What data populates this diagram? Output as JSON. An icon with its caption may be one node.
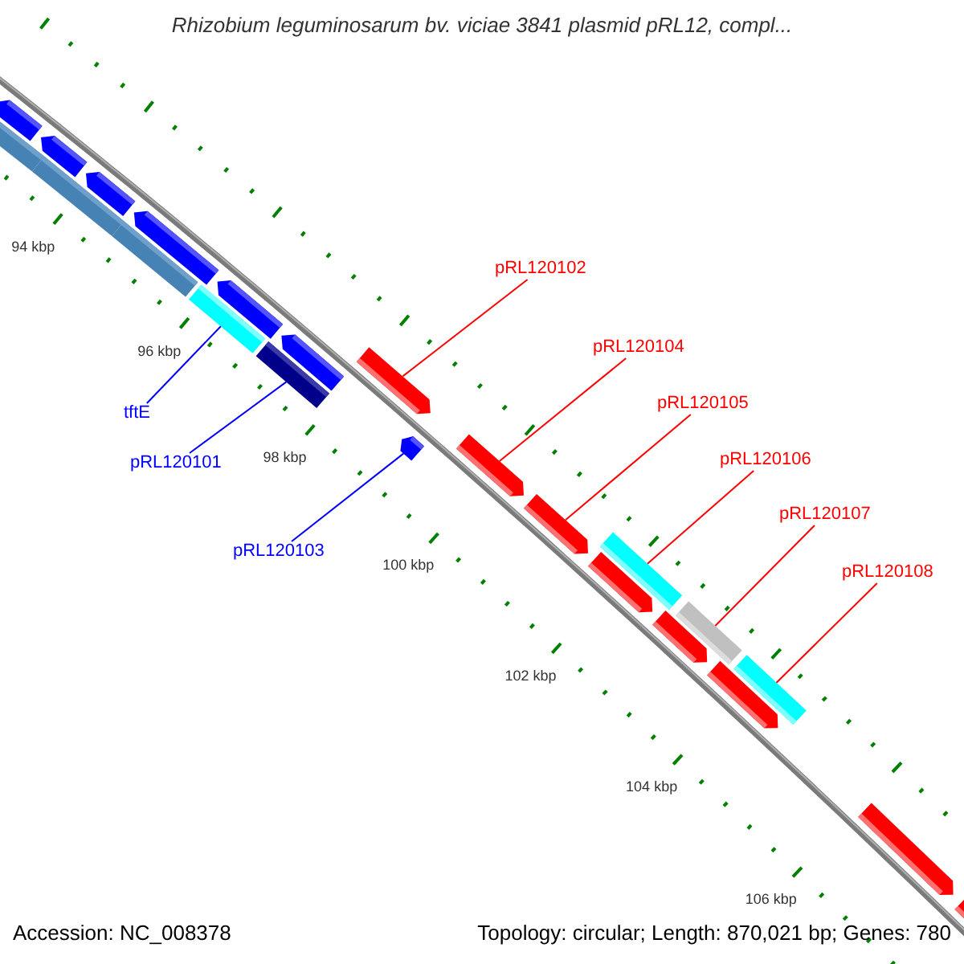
{
  "diagram": {
    "title": "Rhizobium leguminosarum bv. viciae 3841 plasmid pRL12, compl...",
    "nodes": [
      {
        "text": [
          "pRL120102"
        ]
      },
      {
        "text": [
          "pRL120104"
        ]
      },
      {
        "text": [
          "pRL120105"
        ]
      },
      {
        "text": [
          "pRL120106"
        ]
      },
      {
        "text": [
          "pRL120107"
        ]
      },
      {
        "text": [
          "pRL120108"
        ]
      },
      {
        "text": [
          "tftE"
        ]
      },
      {
        "text": [
          "pRL120101"
        ]
      },
      {
        "text": [
          "pRL120103"
        ]
      },
      {
        "text": [],
        "shape": "bar"
      },
      {
        "text": [],
        "shape": "bar"
      },
      {
        "text": [],
        "shape": "bar"
      },
      {
        "text": [],
        "shape": "bar"
      },
      {
        "text": [],
        "shape": "bar"
      },
      {
        "text": [],
        "shape": "bar"
      },
      {
        "text": [],
        "shape": "bar"
      },
      {
        "text": [],
        "shape": "bar"
      },
      {
        "text": [],
        "shape": "bar"
      }
    ],
    "edges": [
      {
        "from": 0,
        "to": 9,
        "arrow": "none"
      },
      {
        "from": 1,
        "to": 10,
        "arrow": "none"
      },
      {
        "from": 2,
        "to": 11,
        "arrow": "none"
      },
      {
        "from": 3,
        "to": 12,
        "arrow": "none"
      },
      {
        "from": 4,
        "to": 13,
        "arrow": "none"
      },
      {
        "from": 5,
        "to": 14,
        "arrow": "none"
      },
      {
        "from": 6,
        "to": 15,
        "arrow": "none",
        "color": "#0000ff"
      },
      {
        "from": 7,
        "to": 16,
        "arrow": "none",
        "color": "#0000ff"
      },
      {
        "from": 8,
        "to": 17,
        "arrow": "none",
        "color": "#0000ff"
      }
    ],
    "labels": [
      "94 kbp",
      "96 kbp",
      "98 kbp",
      "100 kbp",
      "102 kbp",
      "104 kbp",
      "106 kbp",
      "Accession: NC_008378",
      "Topology: circular; Length: 870,021 bp; Genes: 780"
    ]
  }
}
